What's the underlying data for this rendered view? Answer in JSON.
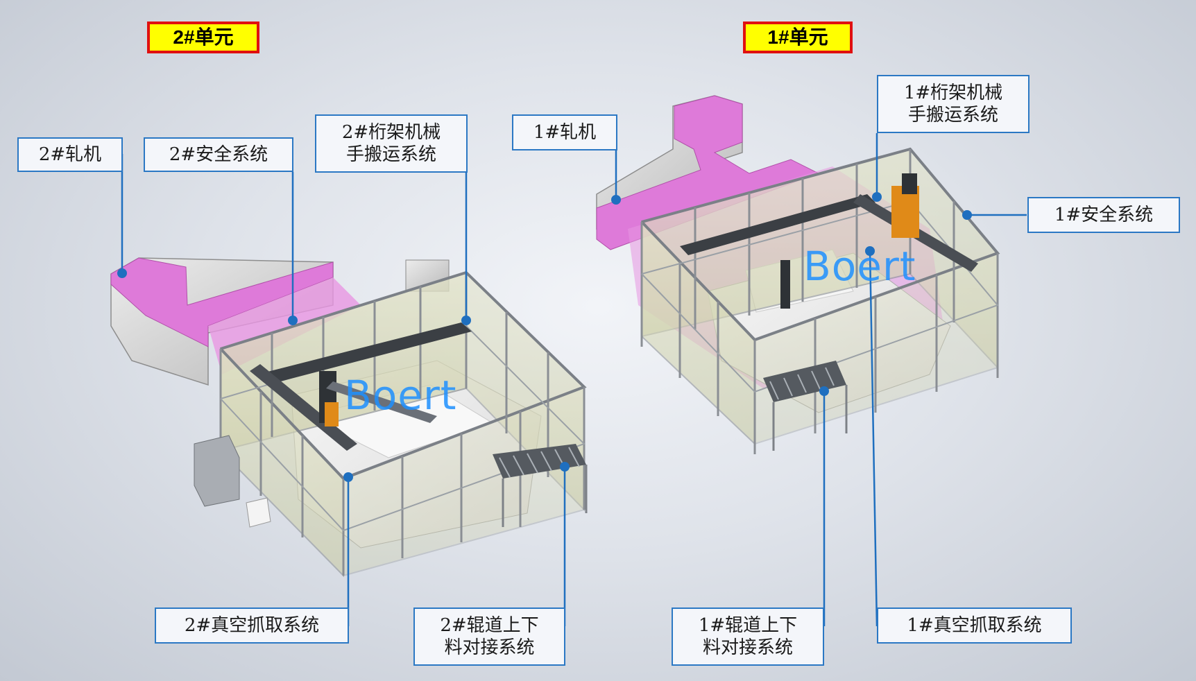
{
  "units": {
    "unit2_title": "2#单元",
    "unit1_title": "1#单元"
  },
  "labels": {
    "u2_rolling_mill": "2#轧机",
    "u2_safety_system": "2#安全系统",
    "u2_gantry_line1": "2#桁架机械",
    "u2_gantry_line2": "手搬运系统",
    "u2_vacuum_pick": "2#真空抓取系统",
    "u2_roller_line1": "2#辊道上下",
    "u2_roller_line2": "料对接系统",
    "u1_rolling_mill": "1#轧机",
    "u1_gantry_line1": "1#桁架机械",
    "u1_gantry_line2": "手搬运系统",
    "u1_safety_system": "1#安全系统",
    "u1_roller_line1": "1#辊道上下",
    "u1_roller_line2": "料对接系统",
    "u1_vacuum_pick": "1#真空抓取系统"
  },
  "watermarks": [
    "Boert",
    "Boert"
  ],
  "colors": {
    "label_border": "#2b78c4",
    "leader_line": "#1f6fbf",
    "title_bg": "#ffff00",
    "title_border": "#e01010",
    "mill_magenta": "#de7ad9",
    "frame_fill": "#d4d6b0",
    "frame_steel": "#b8bcc4",
    "watermark": "#1e90ff"
  }
}
